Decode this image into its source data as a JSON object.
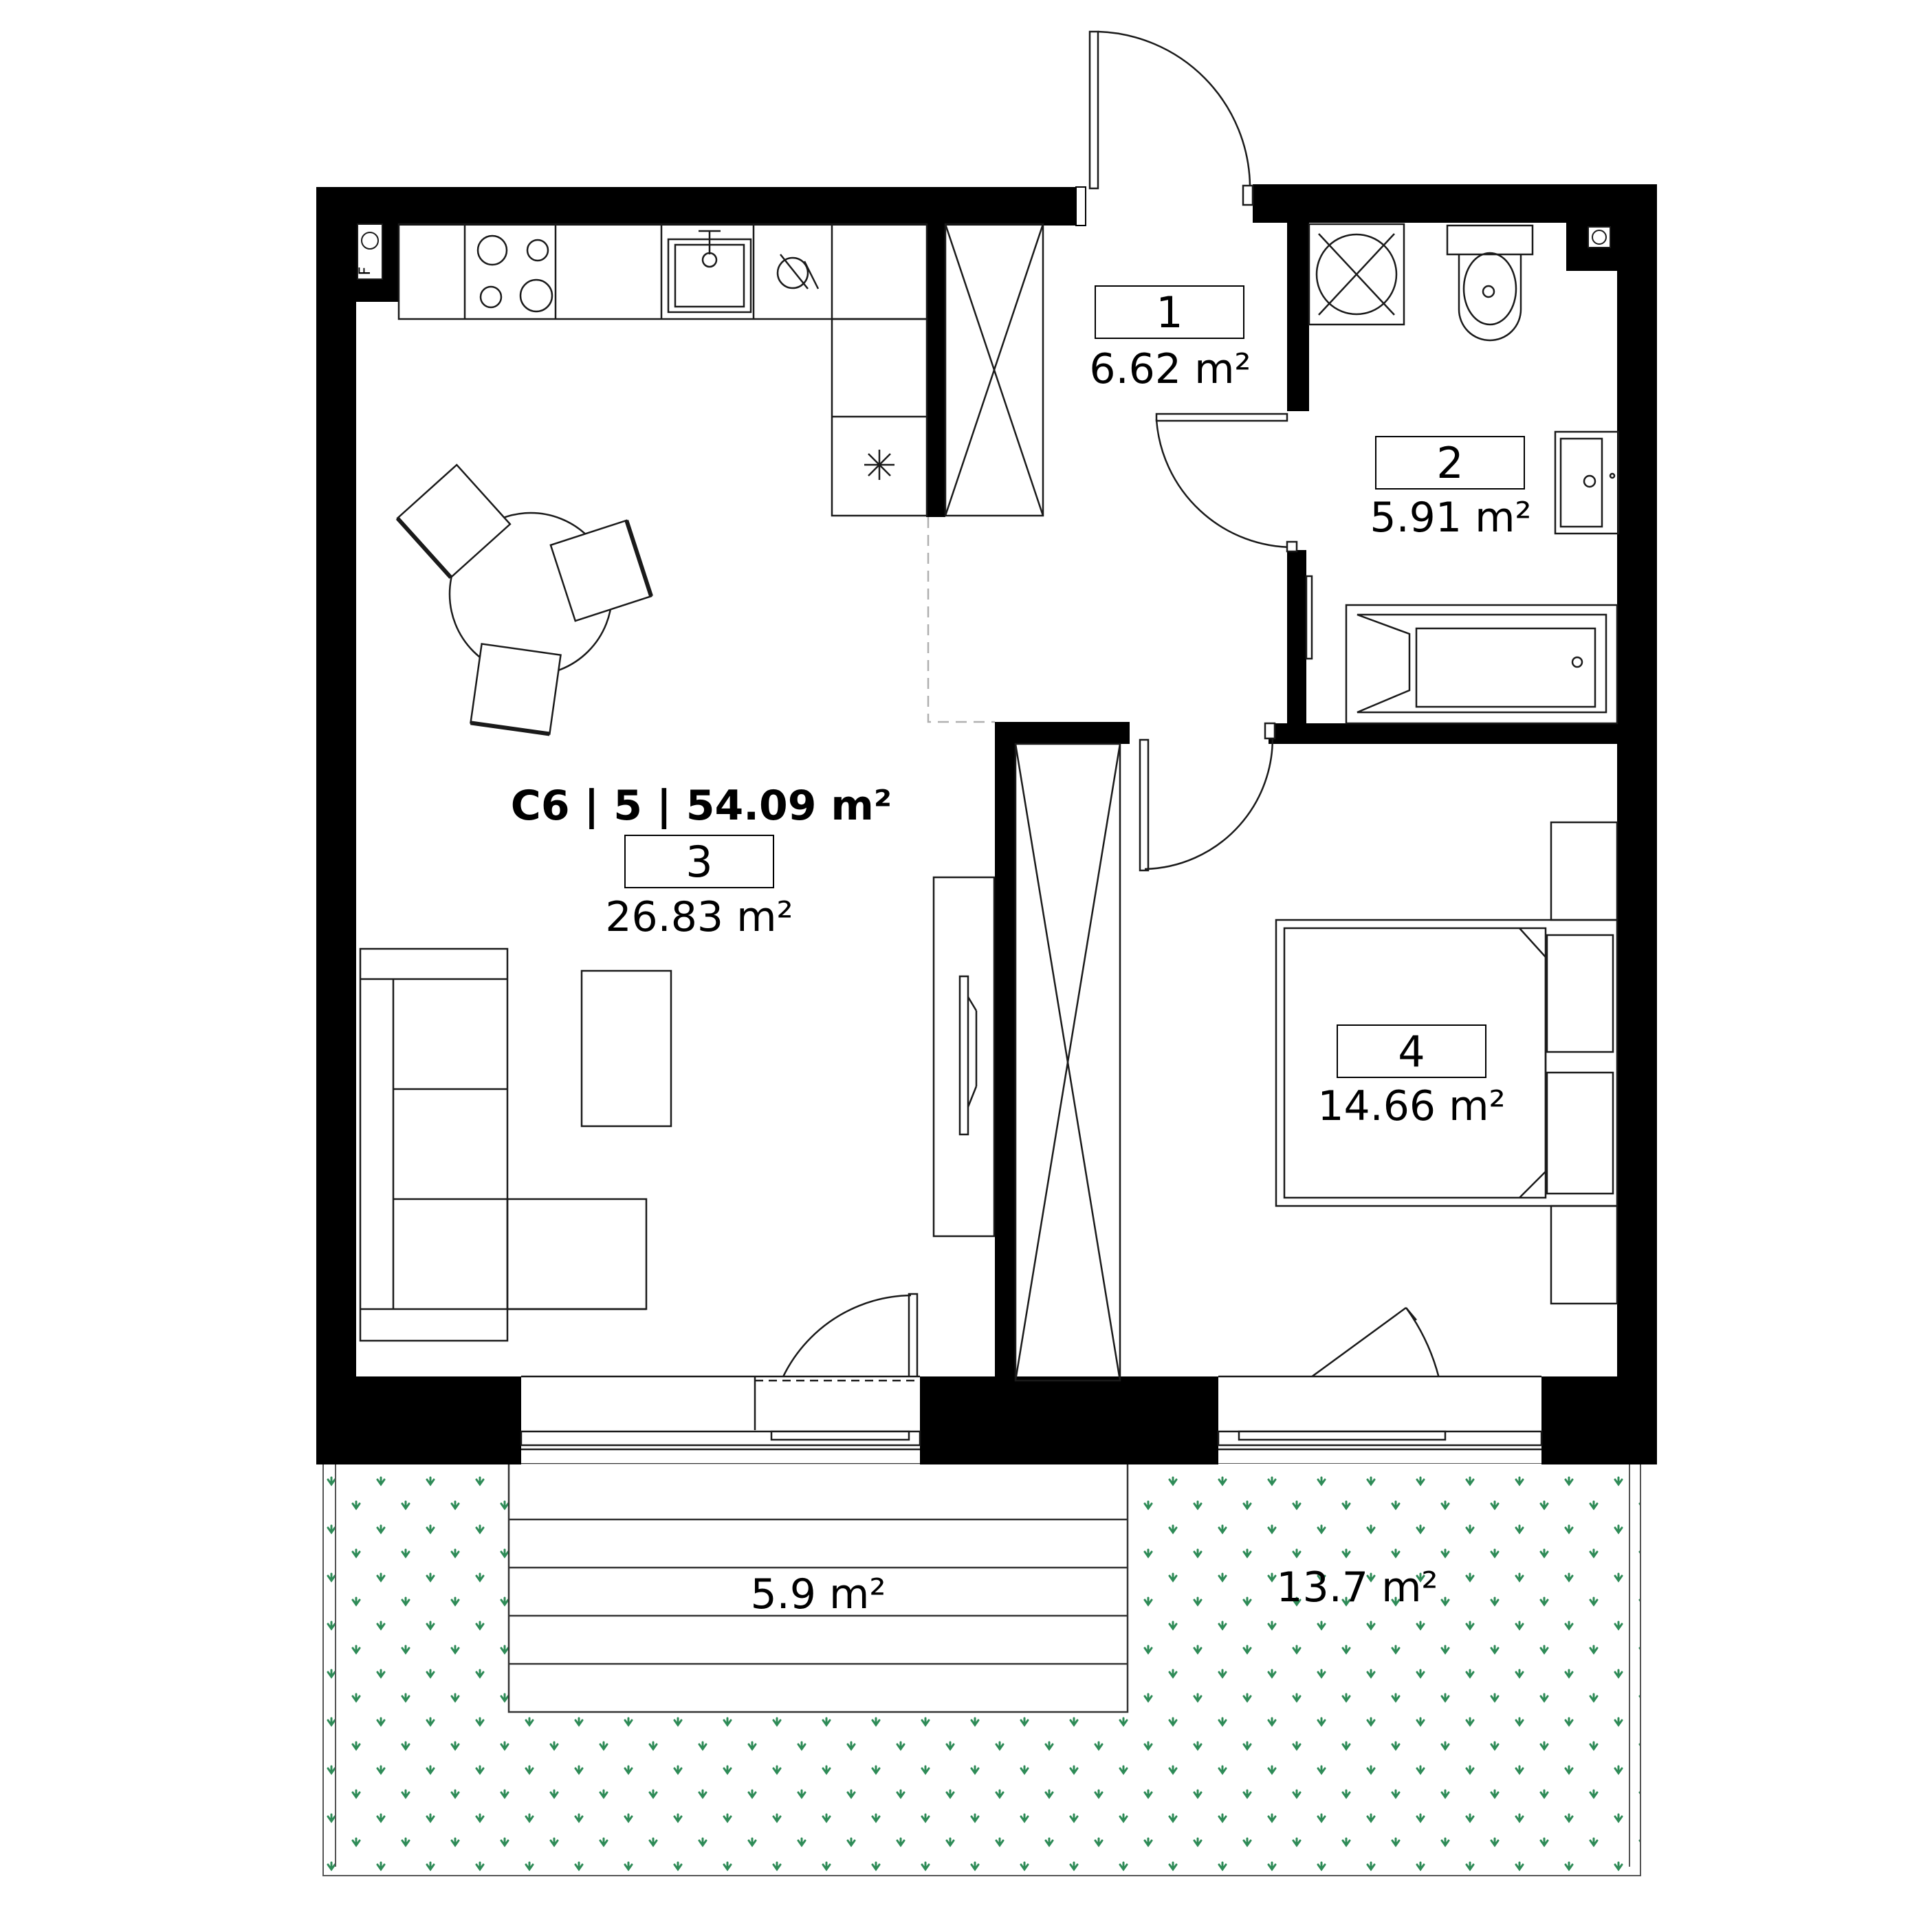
{
  "unit": {
    "label": "C6 | 5 | 54.09 m²"
  },
  "rooms": [
    {
      "number": "1",
      "area": "6.62 m²"
    },
    {
      "number": "2",
      "area": "5.91 m²"
    },
    {
      "number": "3",
      "area": "26.83 m²"
    },
    {
      "number": "4",
      "area": "14.66 m²"
    }
  ],
  "outdoor": [
    {
      "area": "5.9 m²"
    },
    {
      "area": "13.7 m²"
    }
  ],
  "kitchen": {
    "fridge_mark": "F"
  },
  "colors": {
    "wall": "#000000",
    "line": "#1a1a1a",
    "dash": "#b0b0b0",
    "grass": "#2e8b57"
  }
}
